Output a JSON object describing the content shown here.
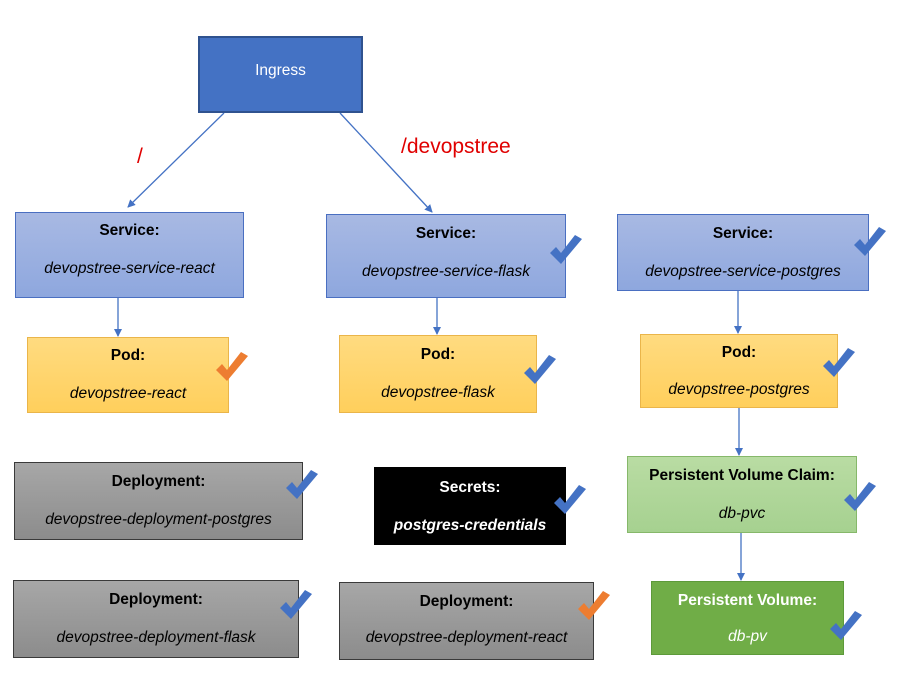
{
  "ingress": {
    "label": "Ingress"
  },
  "routes": {
    "root": "/",
    "devopstree": "/devopstree"
  },
  "services": [
    {
      "title": "Service:",
      "name": "devopstree-service-react"
    },
    {
      "title": "Service:",
      "name": "devopstree-service-flask"
    },
    {
      "title": "Service:",
      "name": "devopstree-service-postgres"
    }
  ],
  "pods": [
    {
      "title": "Pod:",
      "name": "devopstree-react"
    },
    {
      "title": "Pod:",
      "name": "devopstree-flask"
    },
    {
      "title": "Pod:",
      "name": "devopstree-postgres"
    }
  ],
  "deployments": [
    {
      "title": "Deployment:",
      "name": "devopstree-deployment-postgres"
    },
    {
      "title": "Deployment:",
      "name": "devopstree-deployment-flask"
    },
    {
      "title": "Deployment:",
      "name": "devopstree-deployment-react"
    }
  ],
  "secret": {
    "title": "Secrets:",
    "name": "postgres-credentials"
  },
  "pvc": {
    "title": "Persistent Volume Claim:",
    "name": "db-pvc"
  },
  "pv": {
    "title": "Persistent Volume:",
    "name": "db-pv"
  },
  "colors": {
    "check_done": "#4472c4",
    "check_pending": "#ed7d31",
    "route_text": "#e00000"
  },
  "icons": {
    "blue_check": "checkmark-icon",
    "orange_check": "checkmark-icon"
  }
}
